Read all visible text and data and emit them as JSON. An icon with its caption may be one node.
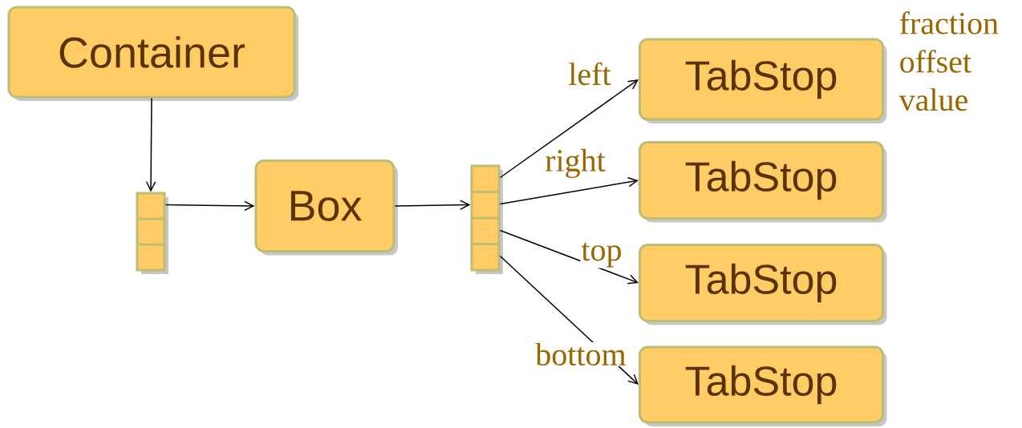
{
  "diagram": {
    "nodes": [
      {
        "text": [
          "Container"
        ]
      },
      {
        "text": [],
        "shape": "bar"
      },
      {
        "text": [
          "Box"
        ]
      },
      {
        "text": [],
        "shape": "bar"
      },
      {
        "text": [
          "TabStop"
        ],
        "beside": [
          "fraction",
          "offset",
          "value"
        ]
      },
      {
        "text": [
          "TabStop"
        ]
      },
      {
        "text": [
          "TabStop"
        ]
      },
      {
        "text": [
          "TabStop"
        ]
      }
    ],
    "edges": [
      {
        "from": 0,
        "to": 1,
        "arrow": "to"
      },
      {
        "from": 1,
        "to": 2,
        "arrow": "to"
      },
      {
        "from": 2,
        "to": 3,
        "arrow": "to"
      },
      {
        "from": 3,
        "to": 4,
        "arrow": "to",
        "label": "left"
      },
      {
        "from": 3,
        "to": 5,
        "arrow": "to",
        "label": "right"
      },
      {
        "from": 3,
        "to": 6,
        "arrow": "to",
        "label": "top"
      },
      {
        "from": 3,
        "to": 7,
        "arrow": "to",
        "label": "bottom"
      }
    ]
  }
}
